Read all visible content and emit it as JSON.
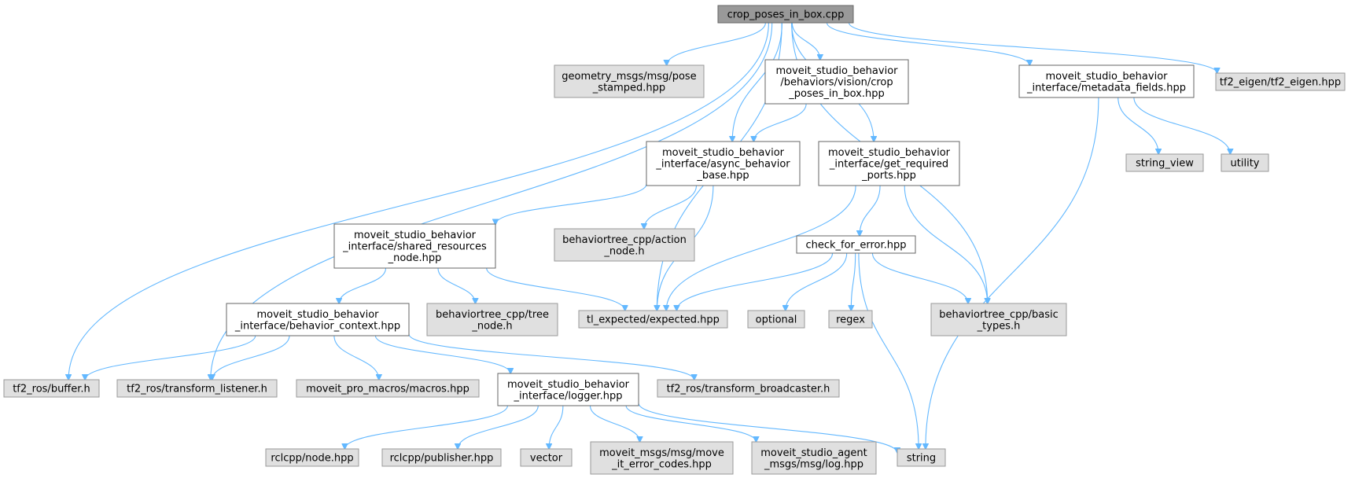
{
  "diagram": {
    "type": "include-dependency-graph",
    "colors": {
      "edge": "#63b8ff",
      "root_fill": "#999999",
      "documented_fill": "#ffffff",
      "external_fill": "#e0e0e0"
    },
    "nodes": [
      {
        "id": "root",
        "kind": "root",
        "lines": [
          "crop_poses_in_box.cpp"
        ]
      },
      {
        "id": "geom",
        "kind": "ext",
        "lines": [
          "geometry_msgs/msg/pose",
          "_stamped.hpp"
        ]
      },
      {
        "id": "crop",
        "kind": "doc",
        "lines": [
          "moveit_studio_behavior",
          "/behaviors/vision/crop",
          "_poses_in_box.hpp"
        ]
      },
      {
        "id": "meta",
        "kind": "doc",
        "lines": [
          "moveit_studio_behavior",
          "_interface/metadata_fields.hpp"
        ]
      },
      {
        "id": "tf2eigen",
        "kind": "ext",
        "lines": [
          "tf2_eigen/tf2_eigen.hpp"
        ]
      },
      {
        "id": "async",
        "kind": "doc",
        "lines": [
          "moveit_studio_behavior",
          "_interface/async_behavior",
          "_base.hpp"
        ]
      },
      {
        "id": "getreq",
        "kind": "doc",
        "lines": [
          "moveit_studio_behavior",
          "_interface/get_required",
          "_ports.hpp"
        ]
      },
      {
        "id": "strview",
        "kind": "ext",
        "lines": [
          "string_view"
        ]
      },
      {
        "id": "utility",
        "kind": "ext",
        "lines": [
          "utility"
        ]
      },
      {
        "id": "shared",
        "kind": "doc",
        "lines": [
          "moveit_studio_behavior",
          "_interface/shared_resources",
          "_node.hpp"
        ]
      },
      {
        "id": "btaction",
        "kind": "ext",
        "lines": [
          "behaviortree_cpp/action",
          "_node.h"
        ]
      },
      {
        "id": "check",
        "kind": "doc",
        "lines": [
          "check_for_error.hpp"
        ]
      },
      {
        "id": "ctx",
        "kind": "doc",
        "lines": [
          "moveit_studio_behavior",
          "_interface/behavior_context.hpp"
        ]
      },
      {
        "id": "bttree",
        "kind": "ext",
        "lines": [
          "behaviortree_cpp/tree",
          "_node.h"
        ]
      },
      {
        "id": "tlexp",
        "kind": "ext",
        "lines": [
          "tl_expected/expected.hpp"
        ]
      },
      {
        "id": "optional",
        "kind": "ext",
        "lines": [
          "optional"
        ]
      },
      {
        "id": "regex",
        "kind": "ext",
        "lines": [
          "regex"
        ]
      },
      {
        "id": "btbasic",
        "kind": "ext",
        "lines": [
          "behaviortree_cpp/basic",
          "_types.h"
        ]
      },
      {
        "id": "tfbuf",
        "kind": "ext",
        "lines": [
          "tf2_ros/buffer.h"
        ]
      },
      {
        "id": "tflisten",
        "kind": "ext",
        "lines": [
          "tf2_ros/transform_listener.h"
        ]
      },
      {
        "id": "macros",
        "kind": "ext",
        "lines": [
          "moveit_pro_macros/macros.hpp"
        ]
      },
      {
        "id": "logger",
        "kind": "doc",
        "lines": [
          "moveit_studio_behavior",
          "_interface/logger.hpp"
        ]
      },
      {
        "id": "tfbcast",
        "kind": "ext",
        "lines": [
          "tf2_ros/transform_broadcaster.h"
        ]
      },
      {
        "id": "rclnode",
        "kind": "ext",
        "lines": [
          "rclcpp/node.hpp"
        ]
      },
      {
        "id": "rclpub",
        "kind": "ext",
        "lines": [
          "rclcpp/publisher.hpp"
        ]
      },
      {
        "id": "vector",
        "kind": "ext",
        "lines": [
          "vector"
        ]
      },
      {
        "id": "moveerr",
        "kind": "ext",
        "lines": [
          "moveit_msgs/msg/move",
          "_it_error_codes.hpp"
        ]
      },
      {
        "id": "agentlog",
        "kind": "ext",
        "lines": [
          "moveit_studio_agent",
          "_msgs/msg/log.hpp"
        ]
      },
      {
        "id": "string",
        "kind": "ext",
        "lines": [
          "string"
        ]
      }
    ],
    "edges": [
      [
        "root",
        "geom"
      ],
      [
        "root",
        "crop"
      ],
      [
        "root",
        "meta"
      ],
      [
        "root",
        "tf2eigen"
      ],
      [
        "root",
        "async"
      ],
      [
        "root",
        "getreq"
      ],
      [
        "root",
        "tlexp"
      ],
      [
        "root",
        "btbasic"
      ],
      [
        "root",
        "tfbuf"
      ],
      [
        "root",
        "tflisten"
      ],
      [
        "crop",
        "async"
      ],
      [
        "meta",
        "strview"
      ],
      [
        "meta",
        "utility"
      ],
      [
        "meta",
        "string"
      ],
      [
        "async",
        "shared"
      ],
      [
        "async",
        "btaction"
      ],
      [
        "async",
        "tlexp"
      ],
      [
        "getreq",
        "check"
      ],
      [
        "getreq",
        "tlexp"
      ],
      [
        "getreq",
        "btbasic"
      ],
      [
        "shared",
        "ctx"
      ],
      [
        "shared",
        "bttree"
      ],
      [
        "shared",
        "tlexp"
      ],
      [
        "check",
        "tlexp"
      ],
      [
        "check",
        "optional"
      ],
      [
        "check",
        "regex"
      ],
      [
        "check",
        "btbasic"
      ],
      [
        "check",
        "string"
      ],
      [
        "ctx",
        "tfbuf"
      ],
      [
        "ctx",
        "tflisten"
      ],
      [
        "ctx",
        "macros"
      ],
      [
        "ctx",
        "logger"
      ],
      [
        "ctx",
        "tfbcast"
      ],
      [
        "logger",
        "rclnode"
      ],
      [
        "logger",
        "rclpub"
      ],
      [
        "logger",
        "vector"
      ],
      [
        "logger",
        "moveerr"
      ],
      [
        "logger",
        "agentlog"
      ],
      [
        "logger",
        "string"
      ]
    ]
  }
}
